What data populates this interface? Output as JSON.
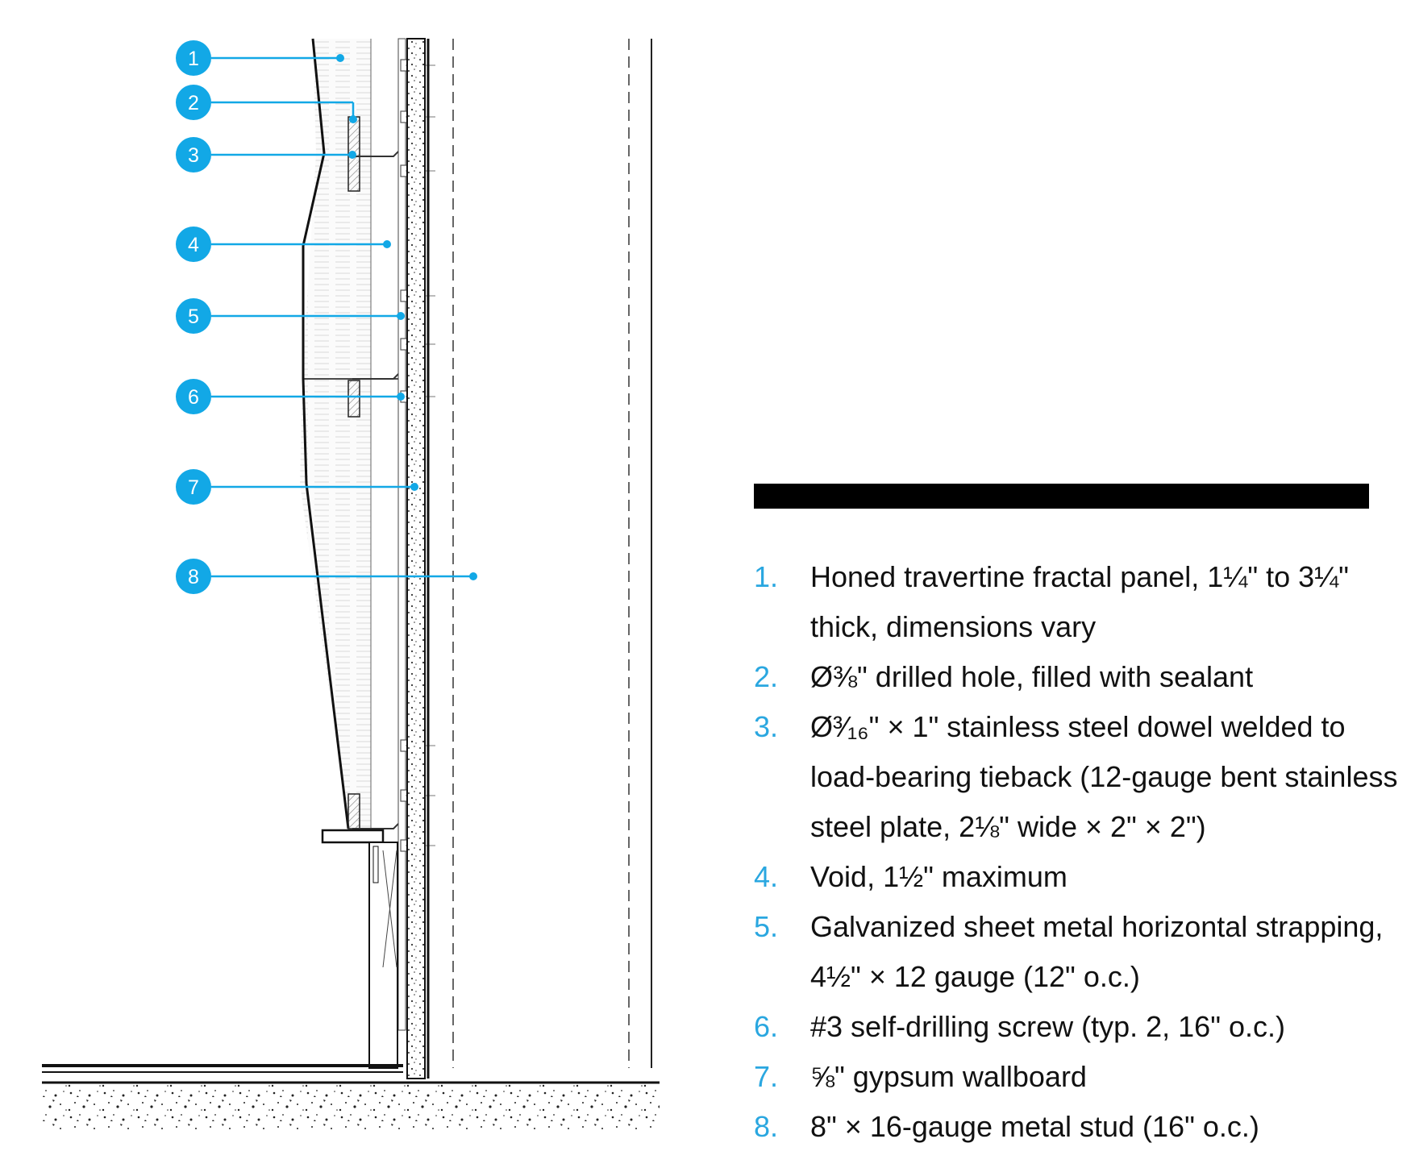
{
  "callouts": [
    {
      "number": "1"
    },
    {
      "number": "2"
    },
    {
      "number": "3"
    },
    {
      "number": "4"
    },
    {
      "number": "5"
    },
    {
      "number": "6"
    },
    {
      "number": "7"
    },
    {
      "number": "8"
    }
  ],
  "legend": [
    {
      "number": "1.",
      "text": "Honed travertine fractal panel, 1¼\" to 3¼\" thick, dimensions vary"
    },
    {
      "number": "2.",
      "text": "Ø⅜\" drilled hole, filled with sealant"
    },
    {
      "number": "3.",
      "text": "Ø³⁄₁₆\" × 1\" stainless steel dowel welded to load-bearing tieback (12-gauge bent stainless steel plate, 2⅛\" wide × 2\" × 2\")"
    },
    {
      "number": "4.",
      "text": "Void, 1½\" maximum"
    },
    {
      "number": "5.",
      "text": "Galvanized sheet metal horizontal strapping, 4½\" × 12 gauge (12\" o.c.)"
    },
    {
      "number": "6.",
      "text": "#3 self-drilling screw (typ. 2, 16\" o.c.)"
    },
    {
      "number": "7.",
      "text": "⅝\" gypsum wallboard"
    },
    {
      "number": "8.",
      "text": "8\" × 16-gauge metal stud (16\" o.c.)"
    }
  ],
  "colors": {
    "accent": "#12a8e6",
    "legend_number": "#2aa7e0",
    "text": "#111111",
    "line": "#000000"
  }
}
